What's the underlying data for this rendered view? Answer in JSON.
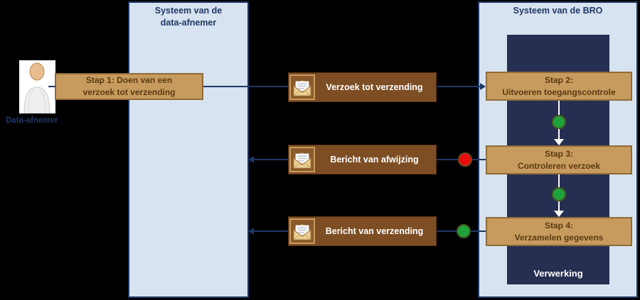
{
  "panels": {
    "consumer": {
      "title_line1": "Systeem van de",
      "title_line2": "data-afnemer"
    },
    "bro": {
      "title": "Systeem van de BRO",
      "processing_label": "Verwerking"
    }
  },
  "actor": {
    "label": "Data-afnemer",
    "icon": "person-icon"
  },
  "steps": [
    {
      "line1": "Stap 1: Doen van een",
      "line2": "verzoek tot verzending"
    },
    {
      "line1": "Stap 2:",
      "line2": "Uitvoeren toegangscontrole"
    },
    {
      "line1": "Stap 3:",
      "line2": "Controleren verzoek"
    },
    {
      "line1": "Stap 4:",
      "line2": "Verzamelen gegevens"
    }
  ],
  "messages": [
    {
      "label": "Verzoek tot verzending",
      "icon": "envelope-icon",
      "status": "none"
    },
    {
      "label": "Bericht van afwijzing",
      "icon": "envelope-icon",
      "status": "rejected"
    },
    {
      "label": "Bericht van verzending",
      "icon": "envelope-icon",
      "status": "approved"
    }
  ],
  "flow_indicators": [
    {
      "between": "step2-step3",
      "status": "approved"
    },
    {
      "between": "step3-step4",
      "status": "approved"
    }
  ],
  "colors": {
    "background": "#000000",
    "panel_fill": "#d7e3f0",
    "panel_border": "#1f3864",
    "processing_fill": "#262f52",
    "step_fill": "#c79b5e",
    "step_border": "#8f6b38",
    "step_text": "#5b3a10",
    "message_fill": "#7d4e24",
    "envelope_border": "#c89c5e",
    "line_color": "#1f3864",
    "status_green": "#1ea23c",
    "status_red": "#e80c0c"
  }
}
